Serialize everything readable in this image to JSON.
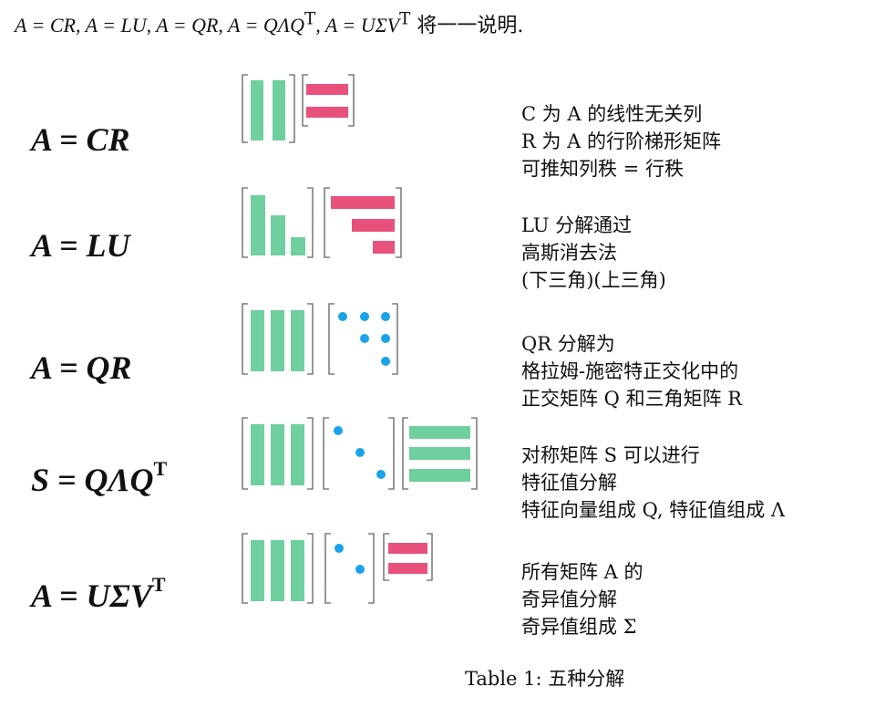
{
  "intro": {
    "formulas": "A = CR, A = LU, A = QR, A = QΛQ",
    "sup": "T",
    "tail_formula": ", A = UΣV",
    "sup2": "T",
    "tail_text": " 将一一说明."
  },
  "rows": [
    {
      "equation": "A = CR",
      "lines": [
        "C 为 A 的线性无关列",
        "R 为 A 的行阶梯形矩阵",
        "可推知列秩 = 行秩"
      ]
    },
    {
      "equation": "A = LU",
      "lines": [
        "LU 分解通过",
        "高斯消去法",
        "(下三角)(上三角)"
      ]
    },
    {
      "equation": "A = QR",
      "lines": [
        "QR 分解为",
        "格拉姆-施密特正交化中的",
        "正交矩阵 Q 和三角矩阵 R"
      ]
    },
    {
      "equation": "S = QΛQ",
      "sup": "T",
      "lines": [
        "对称矩阵 S 可以进行",
        "特征值分解",
        "特征向量组成 Q, 特征值组成 Λ"
      ]
    },
    {
      "equation": "A = UΣV",
      "sup": "T",
      "lines": [
        "所有矩阵 A 的",
        "奇异值分解",
        "奇异值组成 Σ"
      ]
    }
  ],
  "caption": "Table 1: 五种分解",
  "colors": {
    "green": "#6fcf9e",
    "pink": "#e8517c",
    "blue": "#1aa3e8",
    "bracket": "#7f7f7f"
  }
}
